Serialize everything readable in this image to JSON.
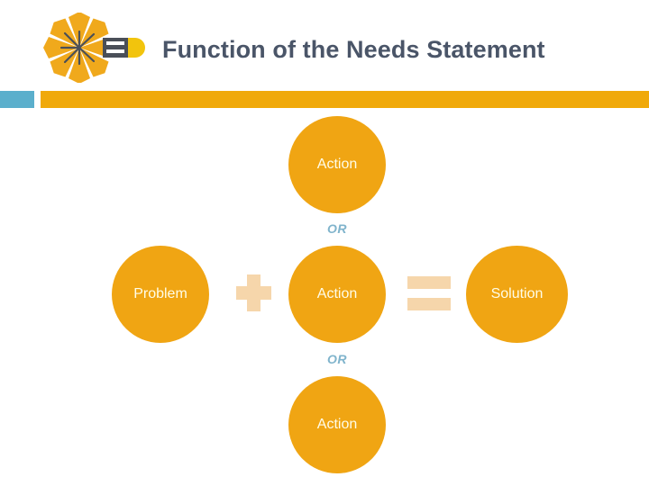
{
  "slide": {
    "title": "Function of the Needs Statement",
    "background_color": "#ffffff"
  },
  "logo": {
    "name": "pencil-burst-logo",
    "petal_color": "#f0a91c",
    "body_color": "#4a4f58",
    "tip_color": "#f2c40d"
  },
  "divider": {
    "accent_square_color": "#5bafcc",
    "bar_color": "#f0a90a"
  },
  "diagram": {
    "circle_color": "#f0a513",
    "circle_text_color": "#fffde8",
    "operator_color": "#f6d6ab",
    "or_text_color": "#80b4cc",
    "nodes": [
      {
        "id": "action-top",
        "label": "Action"
      },
      {
        "id": "problem",
        "label": "Problem"
      },
      {
        "id": "action-mid",
        "label": "Action"
      },
      {
        "id": "solution",
        "label": "Solution"
      },
      {
        "id": "action-bottom",
        "label": "Action"
      }
    ],
    "connectors": [
      {
        "id": "or-top",
        "label": "OR"
      },
      {
        "id": "or-bottom",
        "label": "OR"
      }
    ],
    "operators": [
      {
        "id": "plus",
        "symbol": "+"
      },
      {
        "id": "equals",
        "symbol": "="
      }
    ]
  }
}
